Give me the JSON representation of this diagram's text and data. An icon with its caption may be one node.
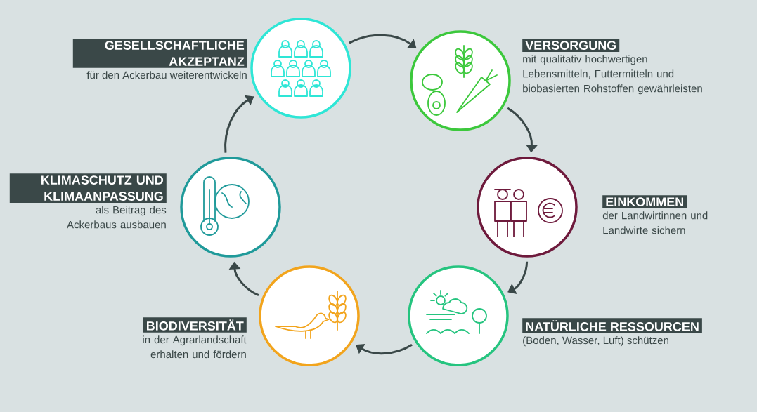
{
  "diagram": {
    "nodes": [
      {
        "text": [
          "GESELLSCHAFTLICHE AKZEPTANZ",
          "für den Ackerbau weiterentwickeln"
        ]
      },
      {
        "text": [
          "VERSORGUNG",
          "mit qualitativ hochwertigen Lebensmitteln, Futtermitteln und biobasierten Rohstoffen gewährleisten"
        ]
      },
      {
        "text": [
          "EINKOMMEN",
          "der Landwirtinnen und Landwirte sichern"
        ]
      },
      {
        "text": [
          "NATÜRLICHE RESSOURCEN",
          "(Boden, Wasser, Luft) schützen"
        ]
      },
      {
        "text": [
          "BIODIVERSITÄT",
          "in der Agrarlandschaft erhalten und fördern"
        ]
      },
      {
        "text": [
          "KLIMASCHUTZ UND KLIMAANPASSUNG",
          "als Beitrag des Ackerbaus ausbauen"
        ]
      }
    ],
    "edges": [
      {
        "from": 0,
        "to": 1,
        "arrow": "to"
      },
      {
        "from": 1,
        "to": 2,
        "arrow": "to"
      },
      {
        "from": 2,
        "to": 3,
        "arrow": "to"
      },
      {
        "from": 3,
        "to": 4,
        "arrow": "to"
      },
      {
        "from": 4,
        "to": 5,
        "arrow": "to"
      },
      {
        "from": 5,
        "to": 0,
        "arrow": "to"
      }
    ]
  }
}
